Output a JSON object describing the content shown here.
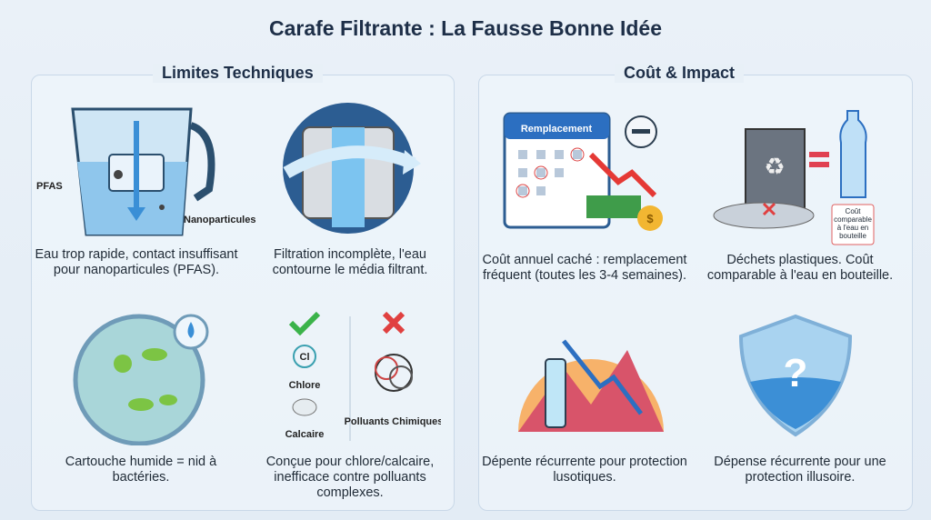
{
  "title": "Carafe Filtrante : La Fausse Bonne Idée",
  "left": {
    "heading": "Limites Techniques",
    "items": [
      {
        "caption": "Eau trop rapide, contact insuffisant pour nanoparticules (PFAS).",
        "labels": [
          "PFAS",
          "Nanoparticules"
        ]
      },
      {
        "caption": "Filtration incomplète, l'eau contourne le média filtrant."
      },
      {
        "caption": "Cartouche humide = nid à bactéries."
      },
      {
        "caption": "Conçue pour chlore/calcaire, inefficace contre polluants complexes.",
        "labels": [
          "Cl",
          "Chlore",
          "Calcaire",
          "Polluants Chimiques"
        ]
      }
    ]
  },
  "right": {
    "heading": "Coût & Impact",
    "items": [
      {
        "caption": "Coût annuel caché : remplacement fréquent (toutes les 3-4 semaines).",
        "labels": [
          "Remplacement",
          "$"
        ]
      },
      {
        "caption": "Déchets plastiques. Coût comparable à l'eau en bouteille.",
        "labels": [
          "Coût comparable à l'eau en bouteille"
        ]
      },
      {
        "caption": "Dépente récurrente pour protection lusotiques."
      },
      {
        "caption": "Dépense récurrente pour une protection illusoire.",
        "labels": [
          "?"
        ]
      }
    ]
  }
}
